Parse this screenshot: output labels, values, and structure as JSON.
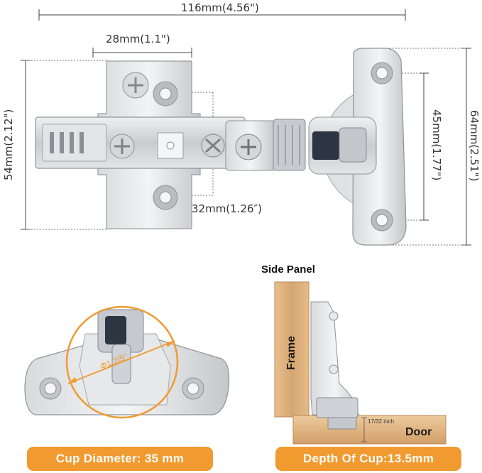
{
  "dimensions": {
    "overall_width": "116mm(4.56\")",
    "plate_width": "28mm(1.1\")",
    "screw_spacing": "32mm(1.26″)",
    "plate_height": "54mm(2.12\")",
    "wing_hole_spacing": "45mm(1.77\")",
    "wing_height": "64mm(2.51\")"
  },
  "cup_detail": {
    "diameter_mark": "Φ1.2/5\""
  },
  "installation": {
    "title": "Side Panel",
    "frame_label": "Frame",
    "door_label": "Door",
    "gap_label": "17/32 inch"
  },
  "badges": {
    "cup_diameter": "Cup Diameter: 35 mm",
    "cup_depth": "Depth Of Cup:13.5mm"
  },
  "colors": {
    "accent_orange": "#f19a2f",
    "metal_silver": "#cfd2d6",
    "wood": "#d9ad7c"
  }
}
